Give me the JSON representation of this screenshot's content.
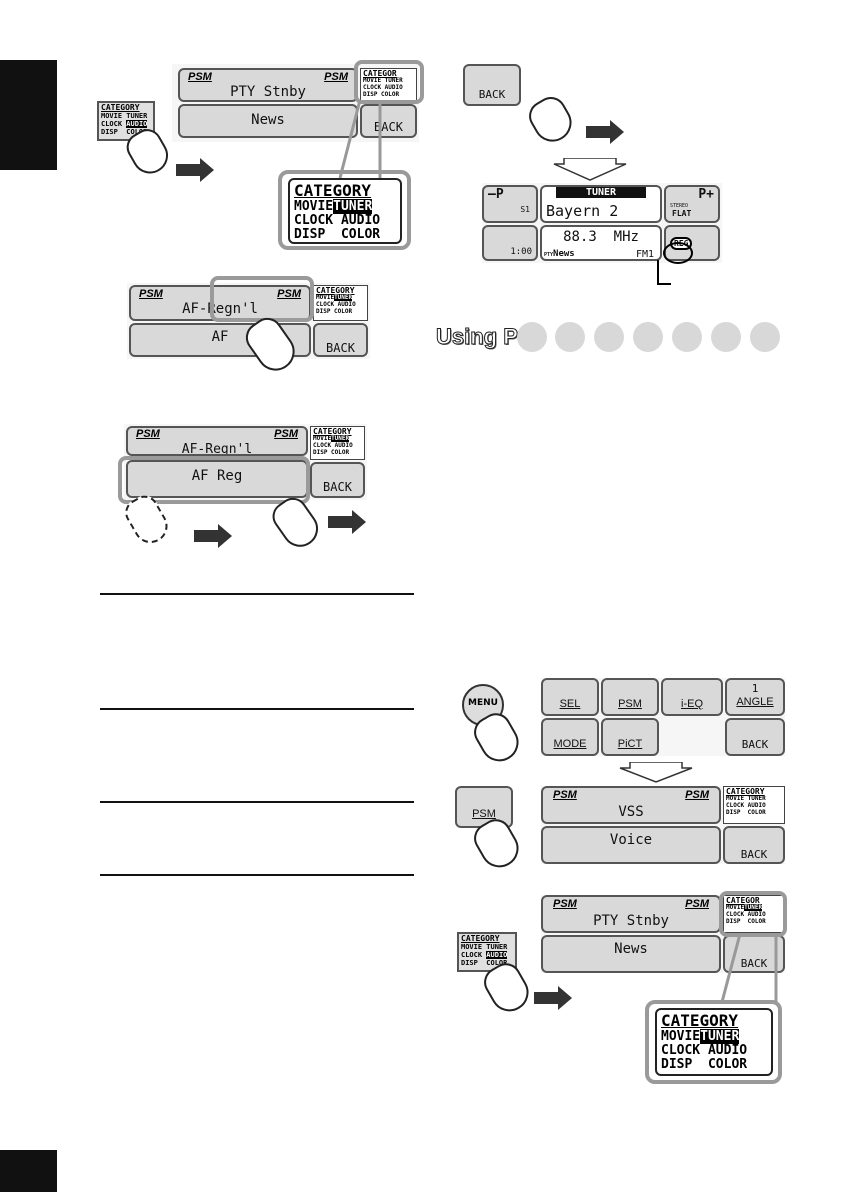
{
  "figure1": {
    "top_left": "PSM",
    "top_right": "PSM",
    "top_center": "PTY Stnby",
    "bottom_center": "News",
    "back": "BACK",
    "category_title": "CATEGORY",
    "category_rows": [
      "MOVIE",
      "TUNER",
      "CLOCK",
      "AUDIO",
      "DISP",
      "COLOR"
    ],
    "category_header_small": "CATEGOR"
  },
  "figure2": {
    "top_left": "PSM",
    "top_right": "PSM",
    "top_center": "AF-Regn'l",
    "bottom_center": "AF",
    "category_title": "CATEGORY",
    "back": "BACK"
  },
  "figure3": {
    "top_left": "PSM",
    "top_right": "PSM",
    "top_center": "AF-Regn'l",
    "bottom_center": "AF Reg",
    "category_title": "CATEGORY",
    "back": "BACK"
  },
  "back_button": {
    "label": "BACK"
  },
  "tuner": {
    "header": "TUNER",
    "minus": "–P",
    "plus": "P+",
    "station": "Bayern 2",
    "preset": "S1",
    "stereo": "STEREO",
    "flat": "FLAT",
    "freq": "88.3",
    "unit": "MHz",
    "time": "1:00",
    "pty_prefix": "PTY",
    "pty": "News",
    "band": "FM1",
    "reg": "REG"
  },
  "section_heading": "Using Pro",
  "menu": {
    "menu_button": "MENU",
    "sel": "SEL",
    "psm": "PSM",
    "ieq": "i-EQ",
    "angle_num": "1",
    "angle": "ANGLE",
    "mode": "MODE",
    "pict": "PiCT",
    "back": "BACK"
  },
  "psm_screen": {
    "psm_button": "PSM",
    "top_left": "PSM",
    "top_right": "PSM",
    "top_center": "VSS",
    "bottom_center": "Voice",
    "category_title": "CATEGORY",
    "back": "BACK"
  },
  "pty_screen": {
    "top_left": "PSM",
    "top_right": "PSM",
    "top_center": "PTY Stnby",
    "bottom_center": "News",
    "category_small": "CATEGOR",
    "back": "BACK",
    "category_title": "CATEGORY",
    "category_rows": [
      "MOVIE",
      "TUNER",
      "CLOCK",
      "AUDIO",
      "DISP",
      "COLOR"
    ]
  }
}
